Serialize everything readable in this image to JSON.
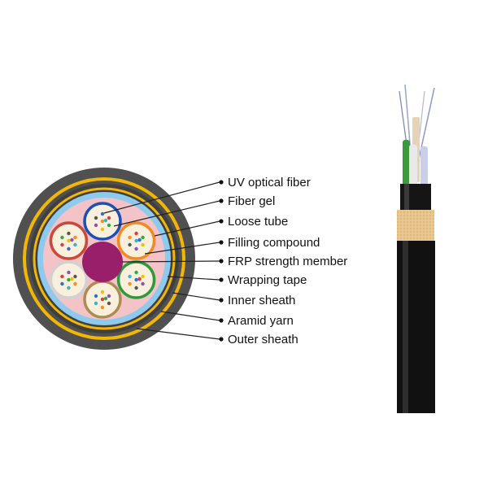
{
  "labels": [
    "UV optical fiber",
    "Fiber gel",
    "Loose tube",
    "Filling compound",
    "FRP strength member",
    "Wrapping tape",
    "Inner sheath",
    "Aramid yarn",
    "Outer sheath"
  ],
  "colors": {
    "outer_sheath": "#505050",
    "aramid_yarn": "#f2b705",
    "inner_sheath": "#3f3f3f",
    "wrapping_tape": "#8ec9ee",
    "filling_compound": "#f4c3c8",
    "frp_member": "#9a1f6a",
    "fiber_gel": "#f8f0dc",
    "cable_jacket": "#111111",
    "yarn_band": "#e7c58c"
  },
  "tube_colors": [
    "#1e4fb8",
    "#f08a24",
    "#2e9a3c",
    "#ad8b55",
    "#d1d1d1",
    "#c94a3a"
  ],
  "fiber_dot_colors": [
    "#2a6fd8",
    "#e03b3b",
    "#2fa84a",
    "#f2c200",
    "#8a4fc0",
    "#555555",
    "#ff8a1f",
    "#33b5c9"
  ]
}
